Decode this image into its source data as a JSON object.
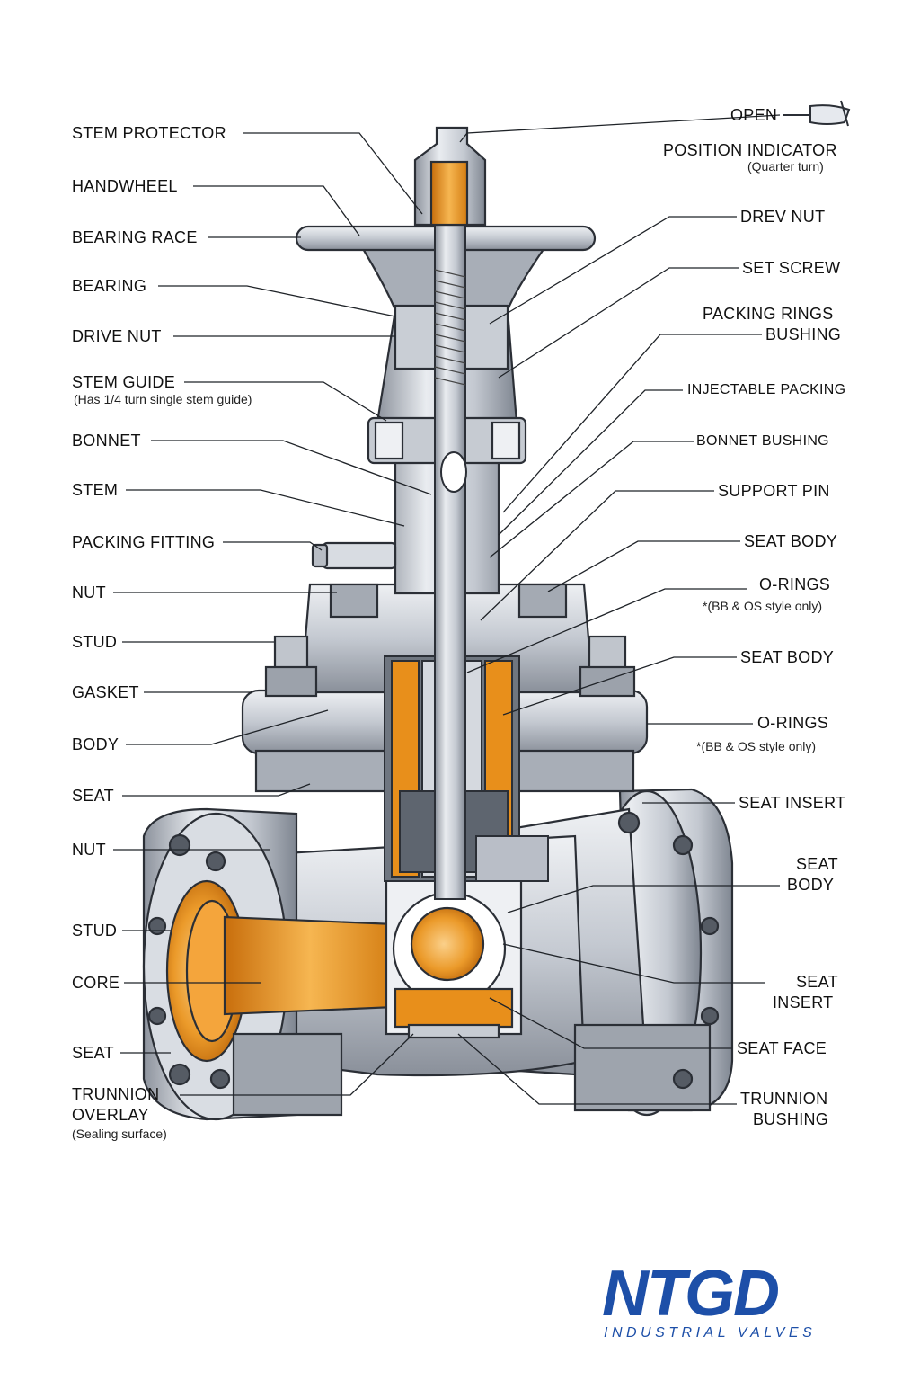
{
  "labels_left": {
    "stem_protector": "STEM PROTECTOR",
    "handwheel": "HANDWHEEL",
    "bearing_race": "BEARING RACE",
    "bearing": "BEARING",
    "drive_nut": "DRIVE NUT",
    "stem_guide": "STEM GUIDE",
    "stem_guide_note": "(Has 1/4 turn single stem guide)",
    "bonnet": "BONNET",
    "stem": "STEM",
    "packing_fitting": "PACKING FITTING",
    "nut_upper": "NUT",
    "stud_upper": "STUD",
    "gasket": "GASKET",
    "body": "BODY",
    "seat_upper": "SEAT",
    "nut_lower": "NUT",
    "stud_lower": "STUD",
    "core": "CORE",
    "seat_lower": "SEAT",
    "trunnion_overlay_1": "TRUNNION",
    "trunnion_overlay_2": "OVERLAY",
    "trunnion_overlay_note": "(Sealing surface)"
  },
  "labels_right": {
    "open": "OPEN",
    "position_indicator": "POSITION INDICATOR",
    "position_indicator_note": "(Quarter turn)",
    "drev_nut": "DREV NUT",
    "set_screw": "SET SCREW",
    "packing_rings": "PACKING RINGS",
    "bushing": "BUSHING",
    "injectable_packing": "INJECTABLE PACKING",
    "bonnet_bushing": "BONNET BUSHING",
    "support_pin": "SUPPORT PIN",
    "seat_body_1": "SEAT BODY",
    "o_rings_1": "O-RINGS",
    "o_rings_1_note": "*(BB & OS style only)",
    "seat_body_2": "SEAT BODY",
    "o_rings_2": "O-RINGS",
    "o_rings_2_note": "*(BB & OS style only)",
    "seat_insert_1": "SEAT INSERT",
    "seat_body_3a": "SEAT",
    "seat_body_3b": "BODY",
    "seat_insert_2a": "SEAT",
    "seat_insert_2b": "INSERT",
    "seat_face": "SEAT FACE",
    "trunnion_bushing_1": "TRUNNION",
    "trunnion_bushing_2": "BUSHING"
  },
  "logo": {
    "mark": "NTGD",
    "tagline": "INDUSTRIAL VALVES"
  },
  "colors": {
    "steel_light": "#e4e7ec",
    "steel_mid": "#b9bec7",
    "steel_dark": "#7d848f",
    "brass": "#e8901c",
    "brass_light": "#f7b85a",
    "outline": "#2b2f36",
    "brand_blue": "#1d4fa8",
    "brand_red": "#d8262c"
  }
}
